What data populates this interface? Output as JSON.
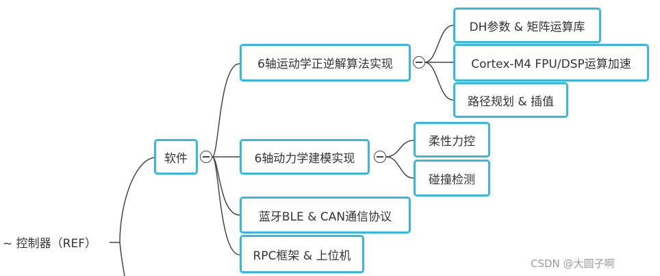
{
  "root": {
    "label": "~ 控制器（REF）"
  },
  "branch": {
    "label": "软件"
  },
  "level2": [
    {
      "label": "6轴运动学正逆解算法实现"
    },
    {
      "label": "6轴动力学建模实现"
    },
    {
      "label": "蓝牙BLE & CAN通信协议"
    },
    {
      "label": "RPC框架 & 上位机"
    }
  ],
  "kinematics_children": [
    {
      "label": "DH参数 & 矩阵运算库"
    },
    {
      "label": "Cortex-M4 FPU/DSP运算加速"
    },
    {
      "label": "路径规划 & 插值"
    }
  ],
  "dynamics_children": [
    {
      "label": "柔性力控"
    },
    {
      "label": "碰撞检测"
    }
  ],
  "watermark": "CSDN @大圆子啊",
  "colors": {
    "node_border": "#35b7e3",
    "edge": "#444444",
    "text": "#333333"
  }
}
